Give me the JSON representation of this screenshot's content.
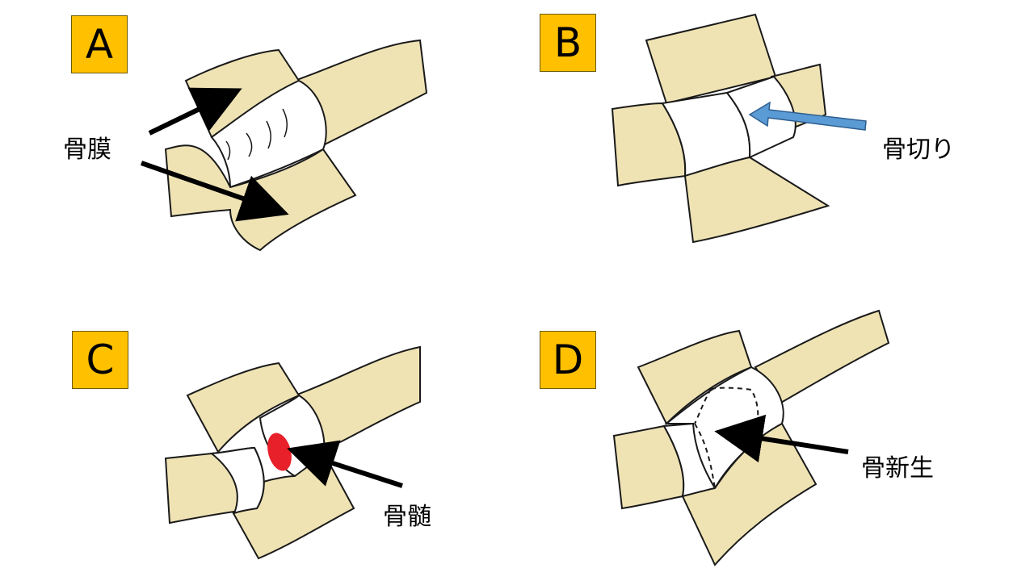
{
  "panels": {
    "a": {
      "letter": "A",
      "label": "骨膜"
    },
    "b": {
      "letter": "B",
      "label": "骨切り"
    },
    "c": {
      "letter": "C",
      "label": "骨髄"
    },
    "d": {
      "letter": "D",
      "label": "骨新生"
    }
  },
  "colors": {
    "badge": "#ffc000",
    "bone": "#efe3b4",
    "outline": "#1a1a1a",
    "marrow": "#e8202a",
    "arrow_dark": "#000000",
    "arrow_blue": "#5b9bd5"
  }
}
